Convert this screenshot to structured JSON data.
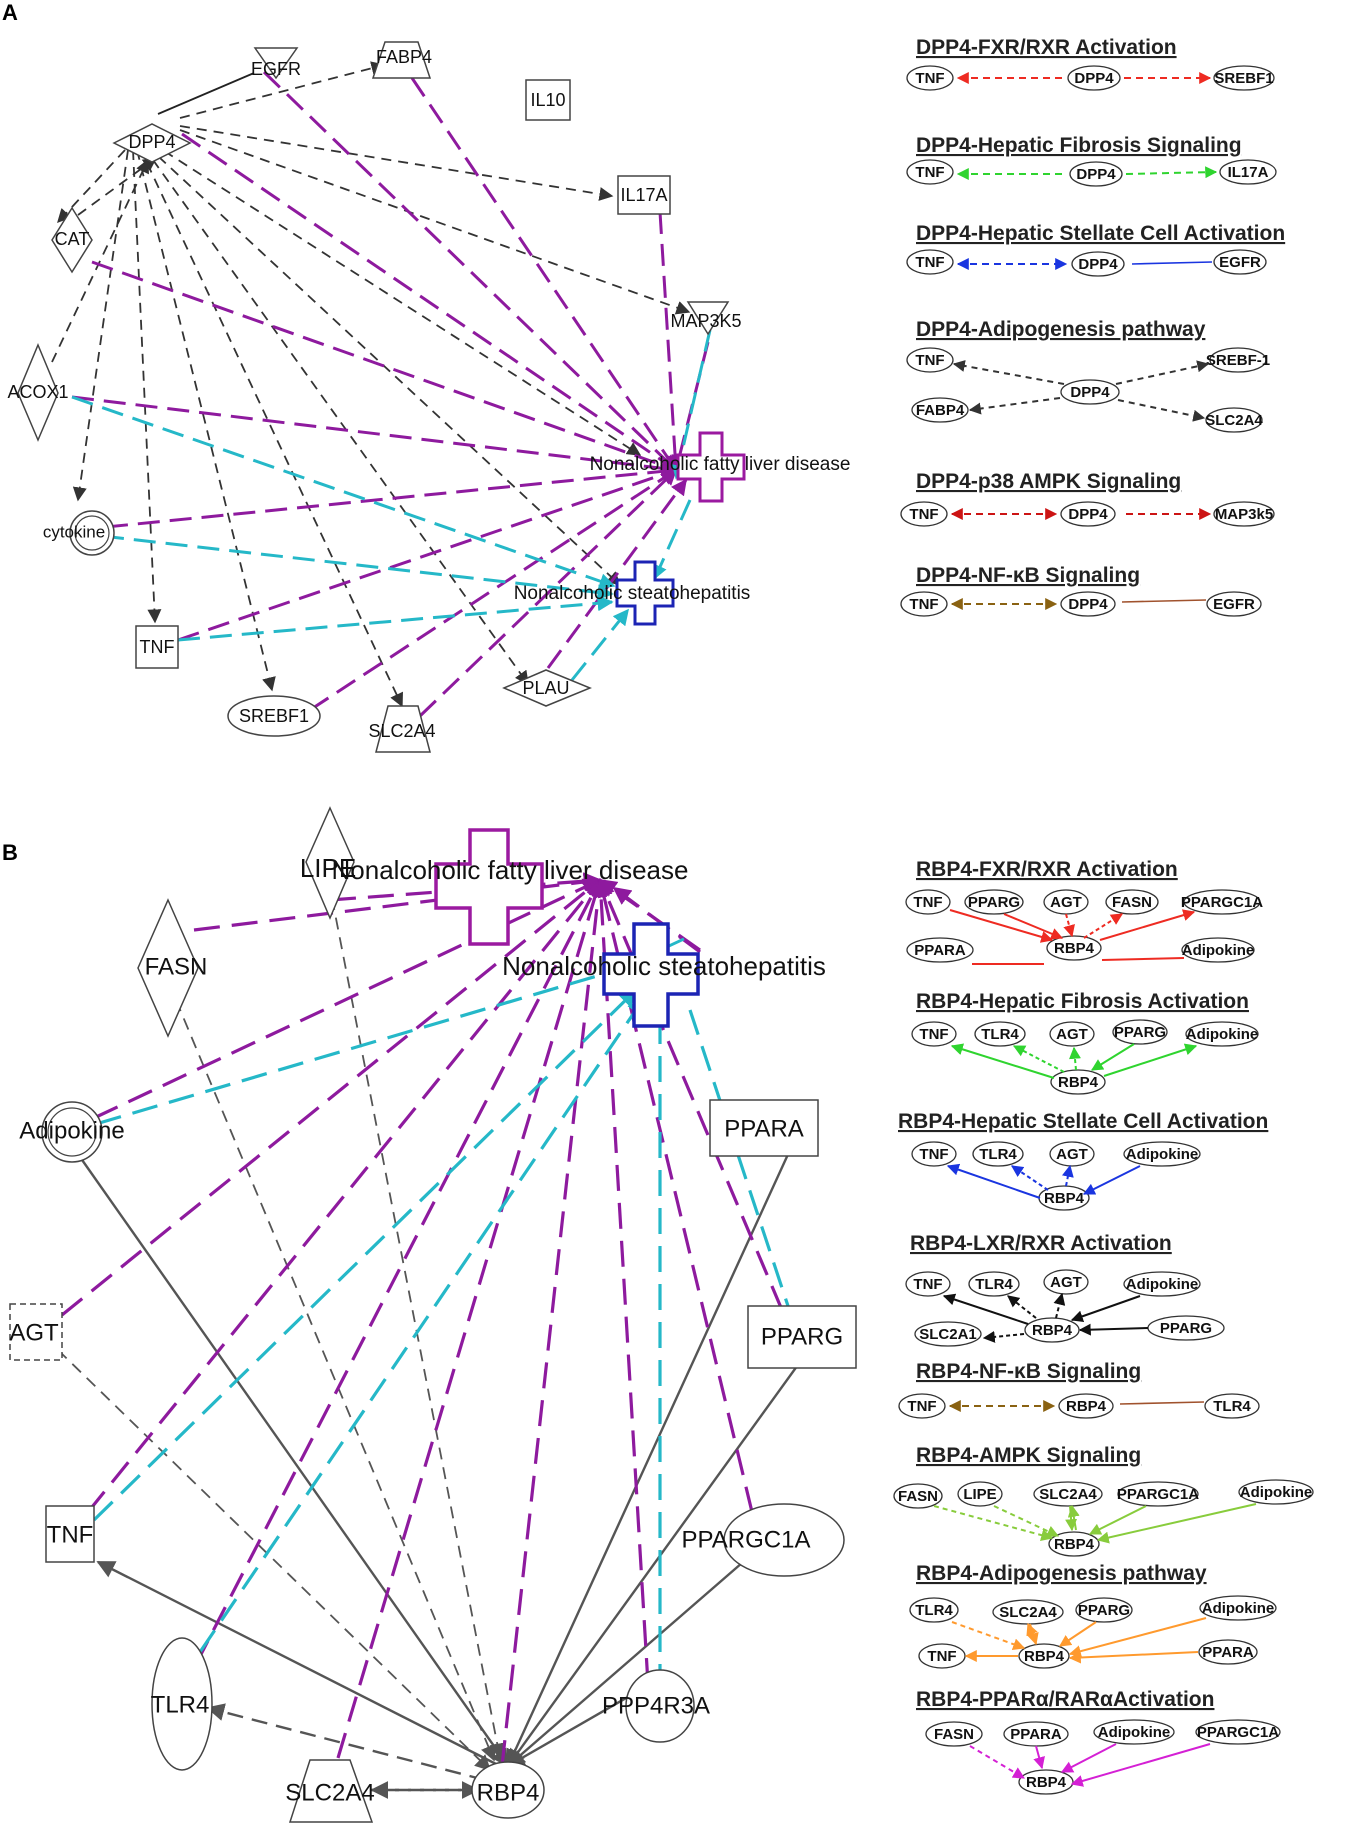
{
  "panels": {
    "a": "A",
    "b": "B"
  },
  "network_a": {
    "nodes": {
      "egfr": "EGFR",
      "fabp4": "FABP4",
      "il10": "IL10",
      "dpp4": "DPP4",
      "il17a": "IL17A",
      "cat": "CAT",
      "map3k5": "MAP3K5",
      "acox1": "ACOX1",
      "nafld": "Nonalcoholic fatty liver disease",
      "cytokine": "cytokine",
      "nash": "Nonalcoholic steatohepatitis",
      "tnf": "TNF",
      "plau": "PLAU",
      "srebf1": "SREBF1",
      "slc2a4": "SLC2A4"
    }
  },
  "network_b": {
    "nodes": {
      "nafld": "Nonalcoholic fatty liver disease",
      "lipe": "LIPE",
      "fasn": "FASN",
      "nash": "Nonalcoholic steatohepatitis",
      "adipokine": "Adipokine",
      "ppara": "PPARA",
      "agt": "AGT",
      "pparg": "PPARG",
      "tnf": "TNF",
      "ppargc1a": "PPARGC1A",
      "tlr4": "TLR4",
      "ppp4r3a": "PPP4R3A",
      "slc2a4": "SLC2A4",
      "rbp4": "RBP4"
    }
  },
  "legend_a": [
    {
      "title": "DPP4-FXR/RXR  Activation",
      "labels": [
        "TNF",
        "DPP4",
        "SREBF1"
      ]
    },
    {
      "title": "DPP4-Hepatic Fibrosis  Signaling",
      "labels": [
        "TNF",
        "DPP4",
        "IL17A"
      ]
    },
    {
      "title": "DPP4-Hepatic Stellate Cell Activation",
      "labels": [
        "TNF",
        "DPP4",
        "EGFR"
      ]
    },
    {
      "title": "DPP4-Adipogenesis  pathway",
      "labels": [
        "TNF",
        "SREBF-1",
        "DPP4",
        "FABP4",
        "SLC2A4"
      ]
    },
    {
      "title": "DPP4-p38  AMPK  Signaling",
      "labels": [
        "TNF",
        "DPP4",
        "MAP3k5"
      ]
    },
    {
      "title": "DPP4-NF-κB  Signaling",
      "labels": [
        "TNF",
        "DPP4",
        "EGFR"
      ]
    }
  ],
  "legend_b": [
    {
      "title": "RBP4-FXR/RXR  Activation",
      "labels": [
        "TNF",
        "PPARG",
        "AGT",
        "FASN",
        "PPARGC1A",
        "PPARA",
        "RBP4",
        "Adipokine"
      ]
    },
    {
      "title": "RBP4-Hepatic Fibrosis  Activation",
      "labels": [
        "TNF",
        "TLR4",
        "AGT",
        "PPARG",
        "Adipokine",
        "RBP4"
      ]
    },
    {
      "title": "RBP4-Hepatic  Stellate Cell Activation",
      "labels": [
        "TNF",
        "TLR4",
        "AGT",
        "Adipokine",
        "RBP4"
      ]
    },
    {
      "title": "RBP4-LXR/RXR  Activation",
      "labels": [
        "TNF",
        "TLR4",
        "AGT",
        "Adipokine",
        "SLC2A1",
        "RBP4",
        "PPARG"
      ]
    },
    {
      "title": "RBP4-NF-κB  Signaling",
      "labels": [
        "TNF",
        "RBP4",
        "TLR4"
      ]
    },
    {
      "title": "RBP4-AMPK  Signaling",
      "labels": [
        "FASN",
        "LIPE",
        "SLC2A4",
        "PPARGC1A",
        "Adipokine",
        "RBP4"
      ]
    },
    {
      "title": "RBP4-Adipogenesis  pathway",
      "labels": [
        "TLR4",
        "SLC2A4",
        "PPARG",
        "Adipokine",
        "TNF",
        "RBP4",
        "PPARA"
      ]
    },
    {
      "title": "RBP4-PPARα/RARαActivation",
      "labels": [
        "FASN",
        "PPARA",
        "Adipokine",
        "PPARGC1A",
        "RBP4"
      ]
    }
  ],
  "colors": {
    "purple": "#8e1a9e",
    "cyan": "#25b8c8",
    "dark": "#333333",
    "gray": "#555555",
    "red": "#ee2b22",
    "green": "#2fd42f",
    "blue": "#1a35e0",
    "darkred": "#cc1414",
    "brown": "#8a6212",
    "sienna": "#a0522d",
    "lightgreen": "#88cc3c",
    "orange": "#ff9a2e",
    "magenta": "#d420d4",
    "darkblue": "#1c24b4",
    "darkpurple": "#9b1aa0"
  }
}
